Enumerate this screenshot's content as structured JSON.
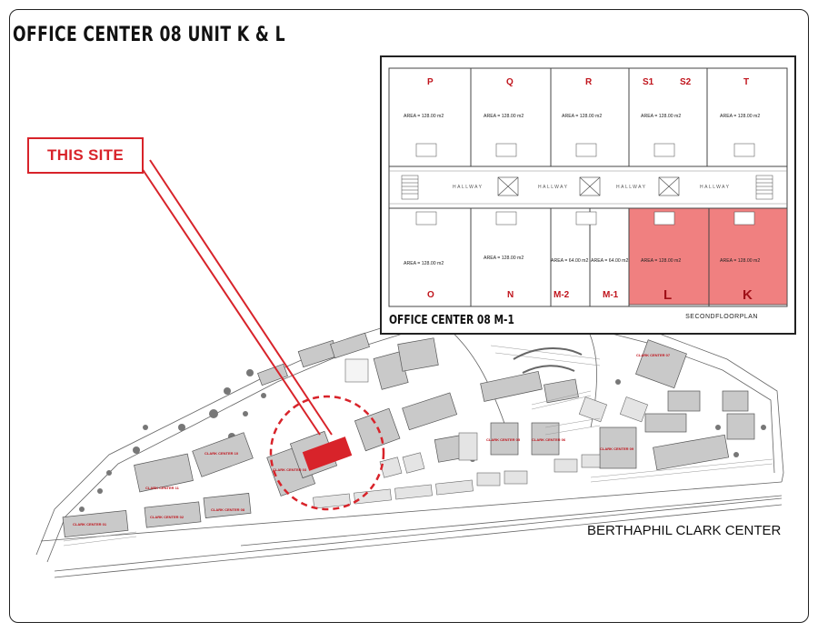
{
  "title": "OFFICE CENTER 08 UNIT K & L",
  "callout": "THIS SITE",
  "site_name": "BERTHAPHIL CLARK CENTER",
  "inset": {
    "title": "OFFICE CENTER 08 M-1",
    "subtitle": "SECONDFLOORPLAN",
    "hallway_label": "HALLWAY",
    "top_units": [
      {
        "letter": "P",
        "area": "AREA = 128.00 m2"
      },
      {
        "letter": "Q",
        "area": "AREA = 128.00 m2"
      },
      {
        "letter": "R",
        "area": "AREA = 128.00 m2"
      },
      {
        "letter": "S1",
        "letter2": "S2",
        "area": "AREA = 128.00 m2"
      },
      {
        "letter": "T",
        "area": "AREA = 128.00 m2"
      }
    ],
    "bottom_units": [
      {
        "letter": "O",
        "area": "AREA = 128.00 m2",
        "highlight": false
      },
      {
        "letter": "N",
        "area": "AREA = 128.00 m2",
        "highlight": false
      },
      {
        "letter": "M-2",
        "area": "AREA = 64.00 m2",
        "highlight": false
      },
      {
        "letter": "M-1",
        "area": "AREA = 64.00 m2",
        "highlight": false
      },
      {
        "letter": "L",
        "area": "AREA = 128.00 m2",
        "highlight": true
      },
      {
        "letter": "K",
        "area": "AREA = 128.00 m2",
        "highlight": true
      }
    ]
  },
  "buildings": [
    "CLARK CENTER 01",
    "CLARK CENTER 02",
    "CLARK CENTER 08",
    "CLARK CENTER 11",
    "CLARK CENTER 10",
    "CLARK CENTER 03",
    "CLARK CENTER 05",
    "CLARK CENTER 06",
    "CLARK CENTER 09",
    "CLARK CENTER 07"
  ],
  "colors": {
    "accent_red": "#d8232a",
    "highlight_fill": "#f08080",
    "building_gray": "#c9c9c9"
  }
}
